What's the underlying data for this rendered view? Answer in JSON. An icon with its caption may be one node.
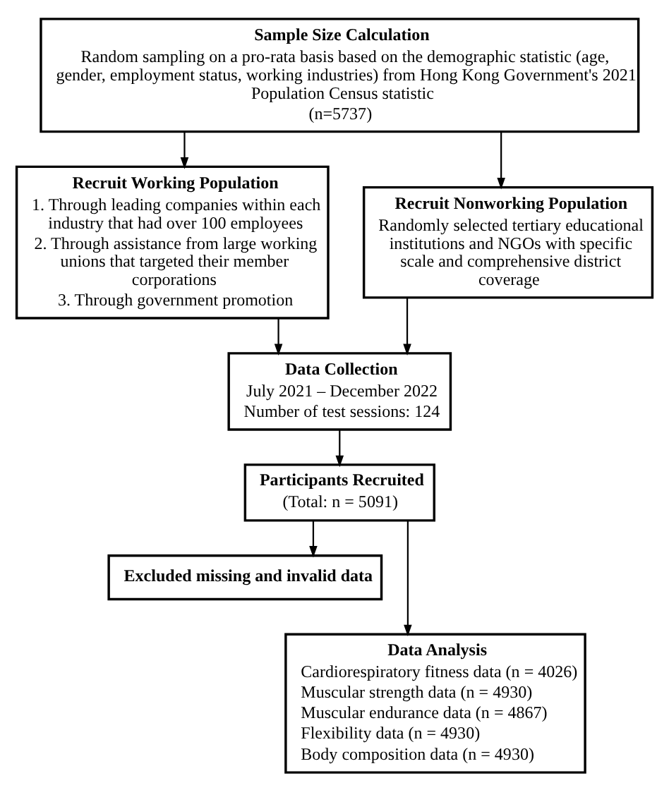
{
  "diagram": {
    "nodes": [
      {
        "text": [
          "Sample Size Calculation",
          "Random sampling on a pro-rata basis based on the demographic statistic (age, gender, employment status, working industries) from Hong Kong Government's 2021 Population Census statistic",
          "(n=5737)"
        ]
      },
      {
        "text": [
          "Recruit Working Population",
          "1. Through leading companies within each industry that had over 100 employees",
          "2. Through assistance from large working unions that targeted their member corporations",
          "3. Through government promotion"
        ]
      },
      {
        "text": [
          "Recruit Nonworking Population",
          "Randomly selected tertiary educational institutions and NGOs with specific scale and comprehensive district coverage"
        ]
      },
      {
        "text": [
          "Data Collection",
          "July 2021 – December 2022",
          "Number of test sessions: 124"
        ]
      },
      {
        "text": [
          "Participants Recruited",
          "(Total: n = 5091)"
        ]
      },
      {
        "text": [
          "Excluded missing and invalid data"
        ]
      },
      {
        "text": [
          "Data Analysis",
          "Cardiorespiratory fitness data (n = 4026)",
          "Muscular strength data (n = 4930)",
          "Muscular endurance data (n = 4867)",
          "Flexibility data (n = 4930)",
          "Body composition data (n = 4930)"
        ]
      }
    ],
    "edges": [
      {
        "from": 0,
        "to": 1,
        "arrow": "to"
      },
      {
        "from": 0,
        "to": 2,
        "arrow": "to"
      },
      {
        "from": 1,
        "to": 3,
        "arrow": "to"
      },
      {
        "from": 2,
        "to": 3,
        "arrow": "to"
      },
      {
        "from": 3,
        "to": 4,
        "arrow": "to"
      },
      {
        "from": 4,
        "to": 5,
        "arrow": "to"
      },
      {
        "from": 4,
        "to": 6,
        "arrow": "to"
      }
    ]
  }
}
